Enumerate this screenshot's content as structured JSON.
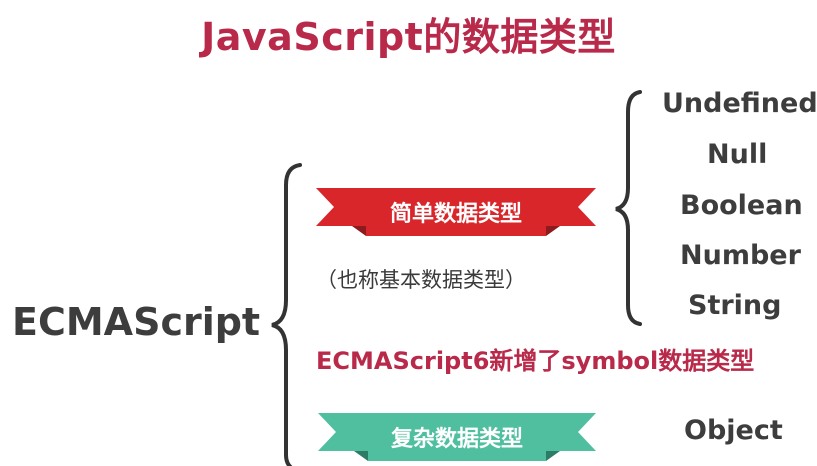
{
  "title": "JavaScript的数据类型",
  "root_label": "ECMAScript",
  "simple": {
    "label": "简单数据类型",
    "note": "（也称基本数据类型）",
    "types": [
      "Undefined",
      "Null",
      "Boolean",
      "Number",
      "String"
    ]
  },
  "es6_note": "ECMAScript6新增了symbol数据类型",
  "complex": {
    "label": "复杂数据类型",
    "types": [
      "Object"
    ]
  },
  "colors": {
    "title": "#b8294a",
    "es6_note": "#b8294a",
    "simple_ribbon": "#d8262b",
    "simple_ribbon_dark": "#8d1a1d",
    "complex_ribbon": "#4fbf9f",
    "complex_ribbon_dark": "#2d7d66",
    "text": "#3d3d3d"
  }
}
